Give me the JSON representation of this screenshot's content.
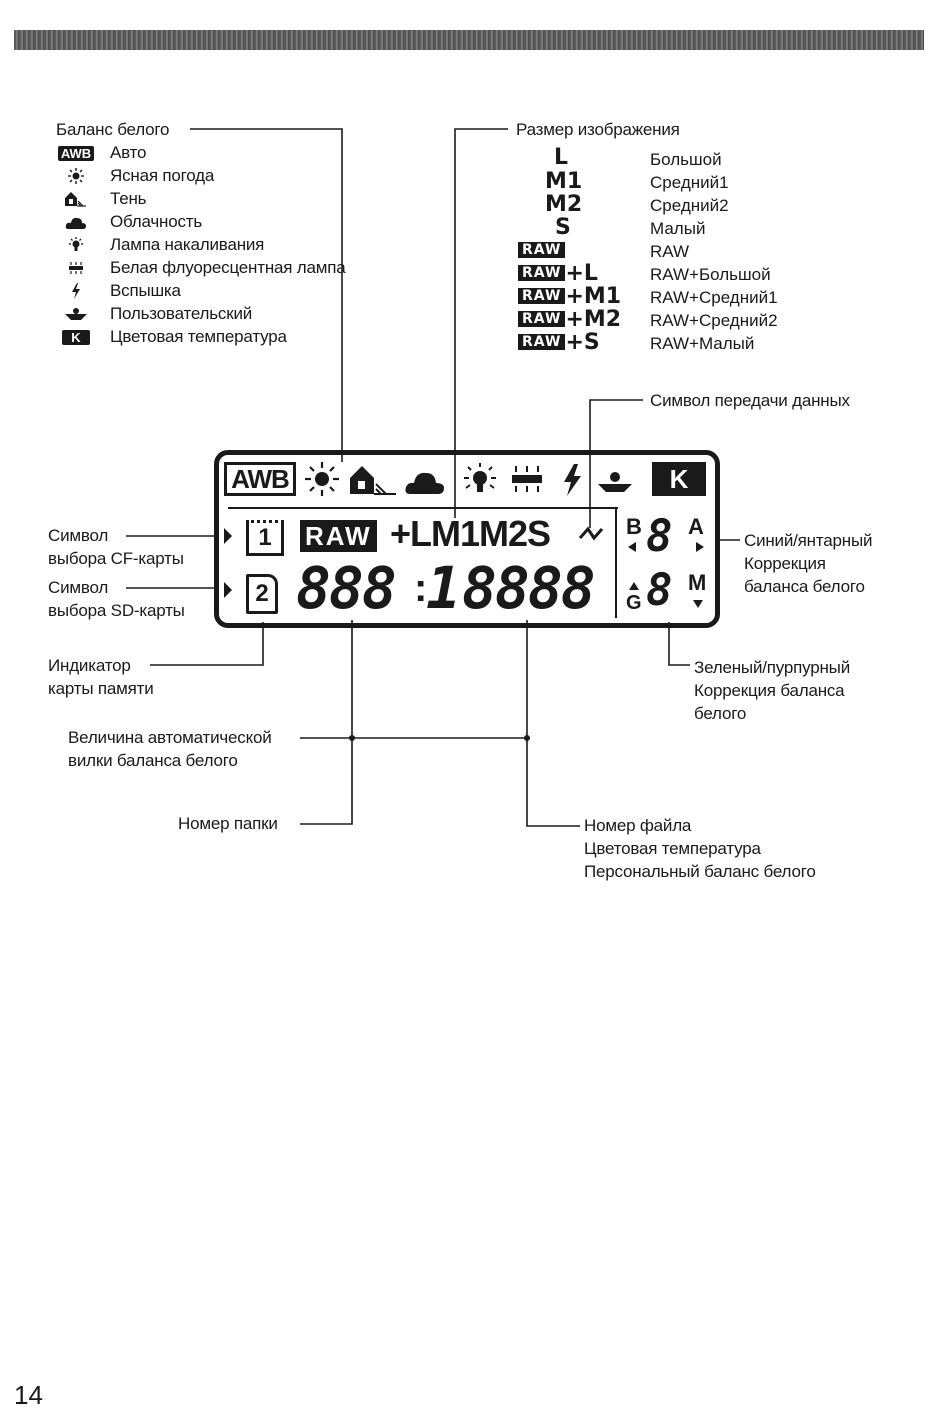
{
  "page_number": "14",
  "white_balance": {
    "heading": "Баланс белого",
    "items": [
      {
        "icon": "awb-icon",
        "badge": "AWB",
        "label": "Авто"
      },
      {
        "icon": "sun-icon",
        "label": "Ясная погода"
      },
      {
        "icon": "shade-icon",
        "label": "Тень"
      },
      {
        "icon": "cloud-icon",
        "label": "Облачность"
      },
      {
        "icon": "tungsten-icon",
        "label": "Лампа накаливания"
      },
      {
        "icon": "fluorescent-icon",
        "label": "Белая флуоресцентная лампа"
      },
      {
        "icon": "flash-icon",
        "label": "Вспышка"
      },
      {
        "icon": "custom-wb-icon",
        "label": "Пользовательский"
      },
      {
        "icon": "kelvin-icon",
        "badge": "K",
        "label": "Цветовая температура"
      }
    ]
  },
  "image_size": {
    "heading": "Размер изображения",
    "items": [
      {
        "code": "L",
        "label": "Большой"
      },
      {
        "code": "M1",
        "label": "Средний1"
      },
      {
        "code": "M2",
        "label": "Средний2"
      },
      {
        "code": "S",
        "label": "Малый"
      },
      {
        "raw": "RAW",
        "code": "",
        "label": "RAW"
      },
      {
        "raw": "RAW",
        "code": "+L",
        "label": "RAW+Большой"
      },
      {
        "raw": "RAW",
        "code": "+M1",
        "label": "RAW+Средний1"
      },
      {
        "raw": "RAW",
        "code": "+M2",
        "label": "RAW+Средний2"
      },
      {
        "raw": "RAW",
        "code": "+S",
        "label": "RAW+Малый"
      }
    ]
  },
  "callouts": {
    "data_transfer": "Символ передачи данных",
    "cf_card_1": "Символ",
    "cf_card_2": "выбора CF-карты",
    "sd_card_1": "Символ",
    "sd_card_2": "выбора SD-карты",
    "blue_amber_1": "Синий/янтарный",
    "blue_amber_2": "Коррекция",
    "blue_amber_3": "баланса белого",
    "card_indicator_1": "Индикатор",
    "card_indicator_2": "карты памяти",
    "green_magenta_1": "Зеленый/пурпурный",
    "green_magenta_2": "Коррекция баланса",
    "green_magenta_3": "белого",
    "bracket_1": "Величина автоматической",
    "bracket_2": "вилки баланса белого",
    "folder_number": "Номер папки",
    "file_1": "Номер файла",
    "file_2": "Цветовая температура",
    "file_3": "Персональный баланс белого"
  },
  "lcd": {
    "awb": "AWB",
    "kelvin": "K",
    "card1": "1",
    "card2": "2",
    "raw": "RAW",
    "sizes": "+LM1M2S",
    "folder_digits": "888",
    "file_digits": "8888",
    "file_lead": "1",
    "ba_B": "B",
    "ba_A": "A",
    "ba_digit": "8",
    "gm_G": "G",
    "gm_M": "M",
    "gm_digit": "8"
  }
}
